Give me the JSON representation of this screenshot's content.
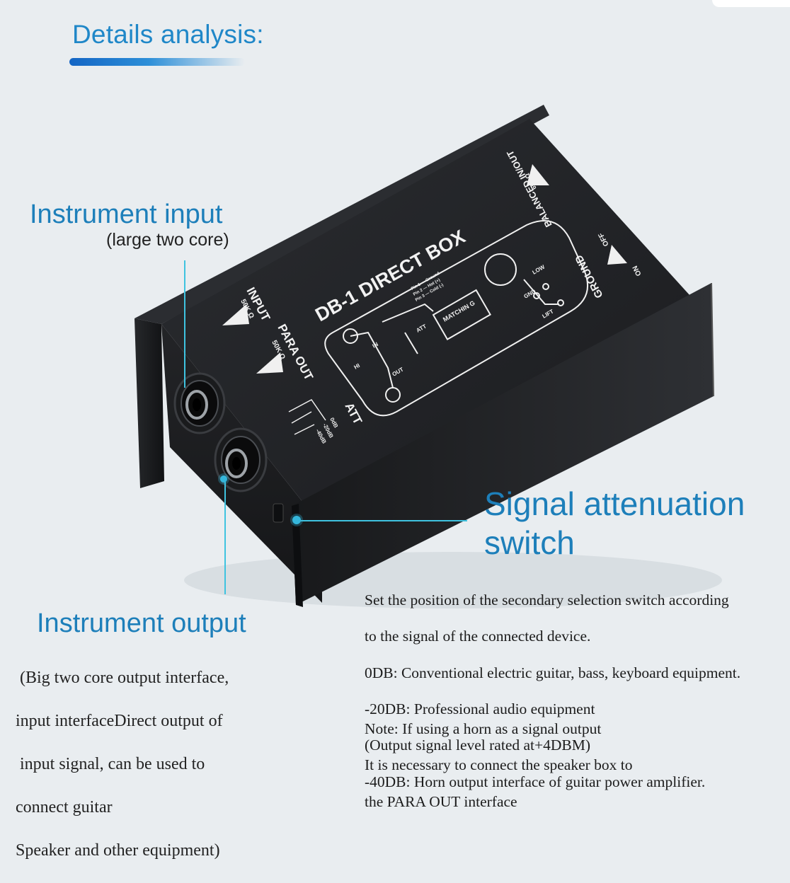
{
  "header": {
    "title": "Details analysis:",
    "accent": "#1f87c8"
  },
  "device": {
    "model": "DB-1 DIRECT BOX",
    "input_label": "INPUT",
    "input_imp": "50K Ω",
    "para_out_label": "PARA OUT",
    "para_out_imp": "50K Ω",
    "att_label": "ATT",
    "att_levels": [
      "0dB",
      "-20dB",
      "-40dB"
    ],
    "balanced_label": "BALANCED IN/OUT",
    "balanced_imp": "600 Ω",
    "ground_label": "GROUND",
    "ground_on": "ON",
    "ground_off": "OFF",
    "matching": "MATCHIN G",
    "pins": [
      "Pin 1 — Ground",
      "Pin 2 — Hot (+)",
      "Pin 3 — Cold (-)"
    ],
    "schematic_labels": {
      "hi": "HI",
      "in": "IN",
      "out": "OUT",
      "att": "ATT",
      "low": "LOW",
      "gnd": "GND",
      "lift": "LIFT"
    }
  },
  "callouts": {
    "instrument_input": {
      "title": "Instrument input",
      "sub": "(large two core)"
    },
    "signal_attenuation": {
      "title_line1": "Signal attenuation",
      "title_line2": "switch"
    },
    "instrument_output": {
      "title": "Instrument output",
      "lines": [
        " (Big two core output interface,",
        "input interfaceDirect output of",
        " input signal, can be used to",
        "connect guitar",
        "Speaker and other equipment)"
      ]
    }
  },
  "description": {
    "lines": [
      "Set the position of the secondary selection switch according",
      "to the signal of the connected device.",
      "0DB: Conventional electric guitar, bass, keyboard equipment.",
      "-20DB: Professional audio equipment",
      "(Output signal level rated at+4DBM)",
      "-40DB: Horn output interface of guitar power amplifier."
    ],
    "note_lines": [
      "Note: If using a horn as a signal output",
      "It is necessary to connect the speaker box to",
      "the PARA OUT interface"
    ]
  }
}
